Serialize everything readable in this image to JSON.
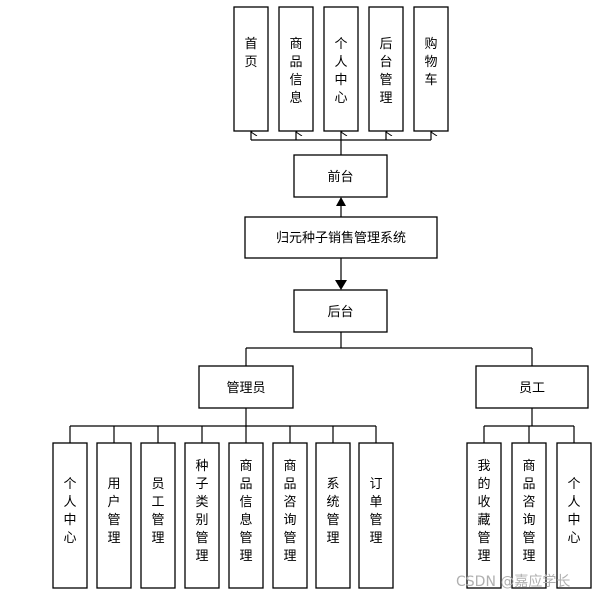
{
  "nodes": {
    "front_item_1": "首页",
    "front_item_2": "商品信息",
    "front_item_3": "个人中心",
    "front_item_4": "后台管理",
    "front_item_5": "购物车",
    "front": "前台",
    "system": "归元种子销售管理系统",
    "back": "后台",
    "admin": "管理员",
    "staff": "员工",
    "admin_item_1": "个人中心",
    "admin_item_2": "用户管理",
    "admin_item_3": "员工管理",
    "admin_item_4": "种子类别管理",
    "admin_item_5": "商品信息管理",
    "admin_item_6": "商品咨询管理",
    "admin_item_7": "系统管理",
    "admin_item_8": "订单管理",
    "staff_item_1": "我的收藏管理",
    "staff_item_2": "商品咨询管理",
    "staff_item_3": "个人中心"
  },
  "watermark": "CSDN @嘉应学长"
}
